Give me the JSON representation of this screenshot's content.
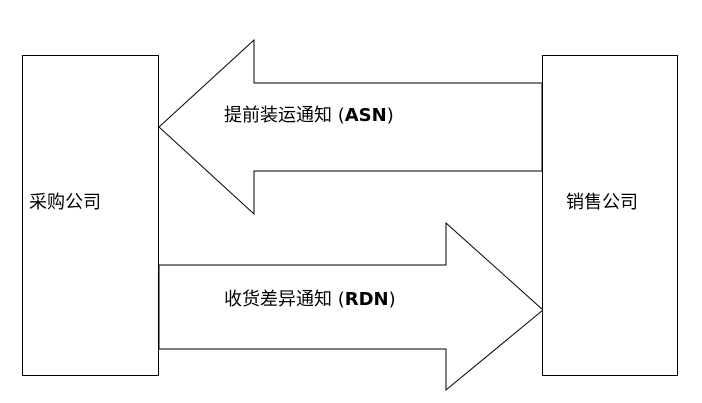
{
  "diagram": {
    "left_box": {
      "label": "采购公司"
    },
    "right_box": {
      "label": "销售公司"
    },
    "top_arrow": {
      "label_prefix": "提前装运通知 (",
      "label_abbr": "ASN",
      "label_suffix": ")",
      "direction": "right-to-left"
    },
    "bottom_arrow": {
      "label_prefix": "收货差异通知 (",
      "label_abbr": "RDN",
      "label_suffix": ")",
      "direction": "left-to-right"
    }
  }
}
